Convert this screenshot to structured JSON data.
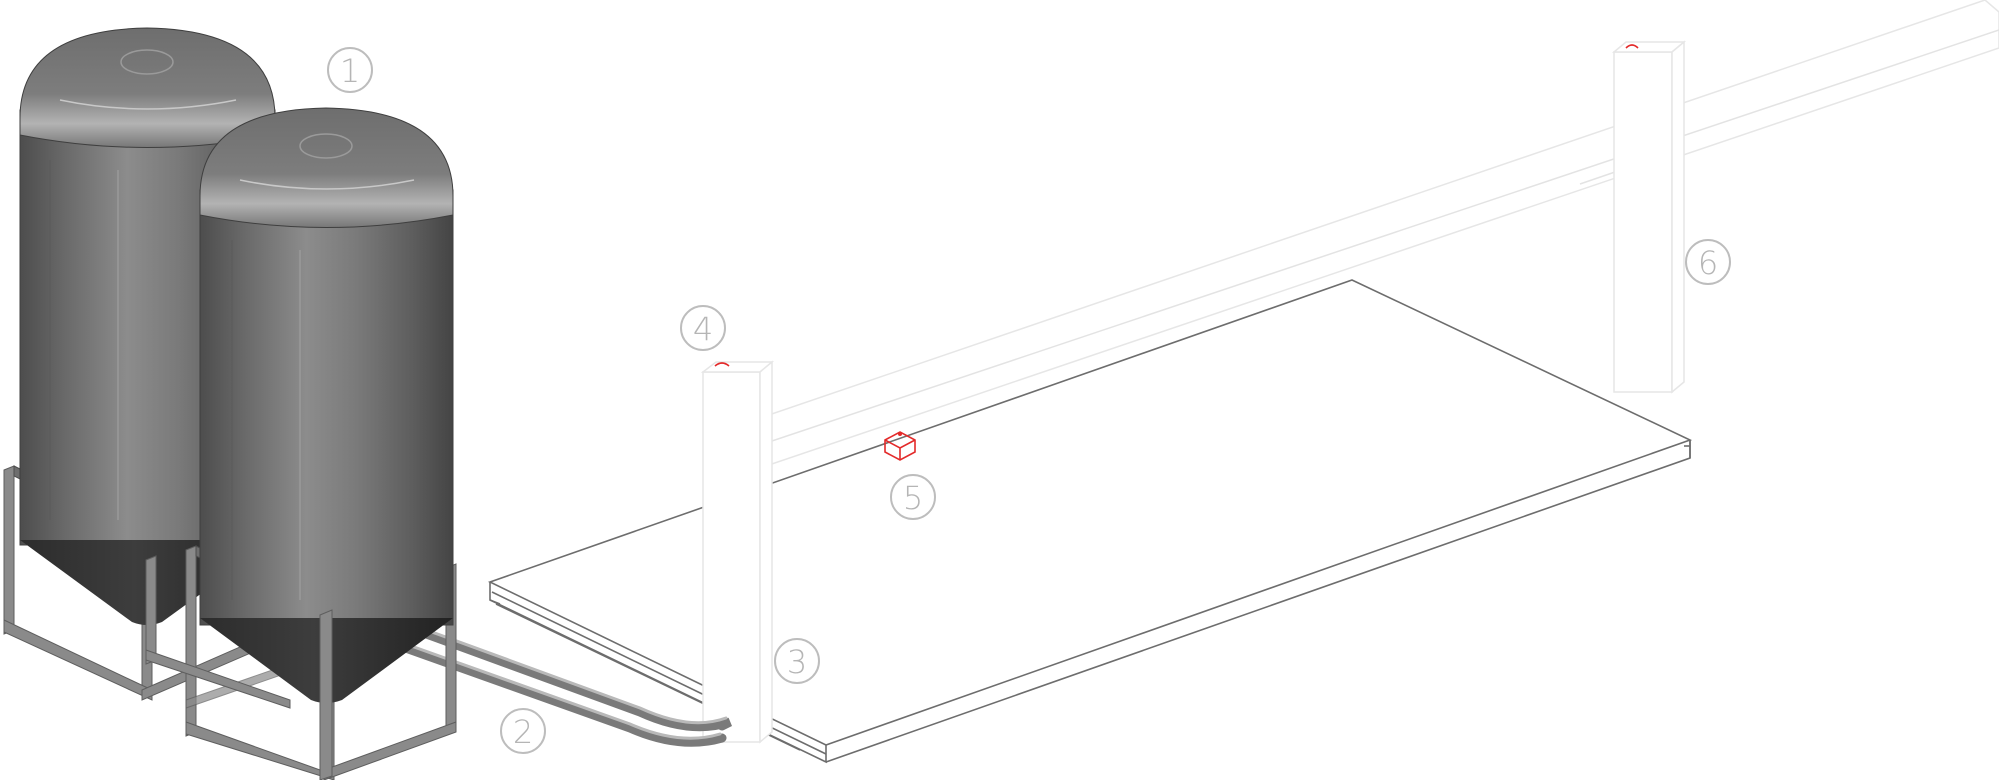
{
  "callouts": [
    {
      "id": "1",
      "label": "1"
    },
    {
      "id": "2",
      "label": "2"
    },
    {
      "id": "3",
      "label": "3"
    },
    {
      "id": "4",
      "label": "4"
    },
    {
      "id": "5",
      "label": "5"
    },
    {
      "id": "6",
      "label": "6"
    }
  ],
  "colors": {
    "background": "#ffffff",
    "tank_body": "#6f6f6f",
    "tank_highlight": "#a8a8a8",
    "frame": "#8a8a8a",
    "slab_edge": "#6d6d6d",
    "ghost_structure": "#e3e3e3",
    "marker": "#e32a2a",
    "callout": "#b5b5b5"
  },
  "icons": [
    "storage-tank-icon",
    "support-frame-icon",
    "pipe-icon",
    "floor-slab-icon",
    "column-icon",
    "beam-icon",
    "marker-box-icon"
  ]
}
